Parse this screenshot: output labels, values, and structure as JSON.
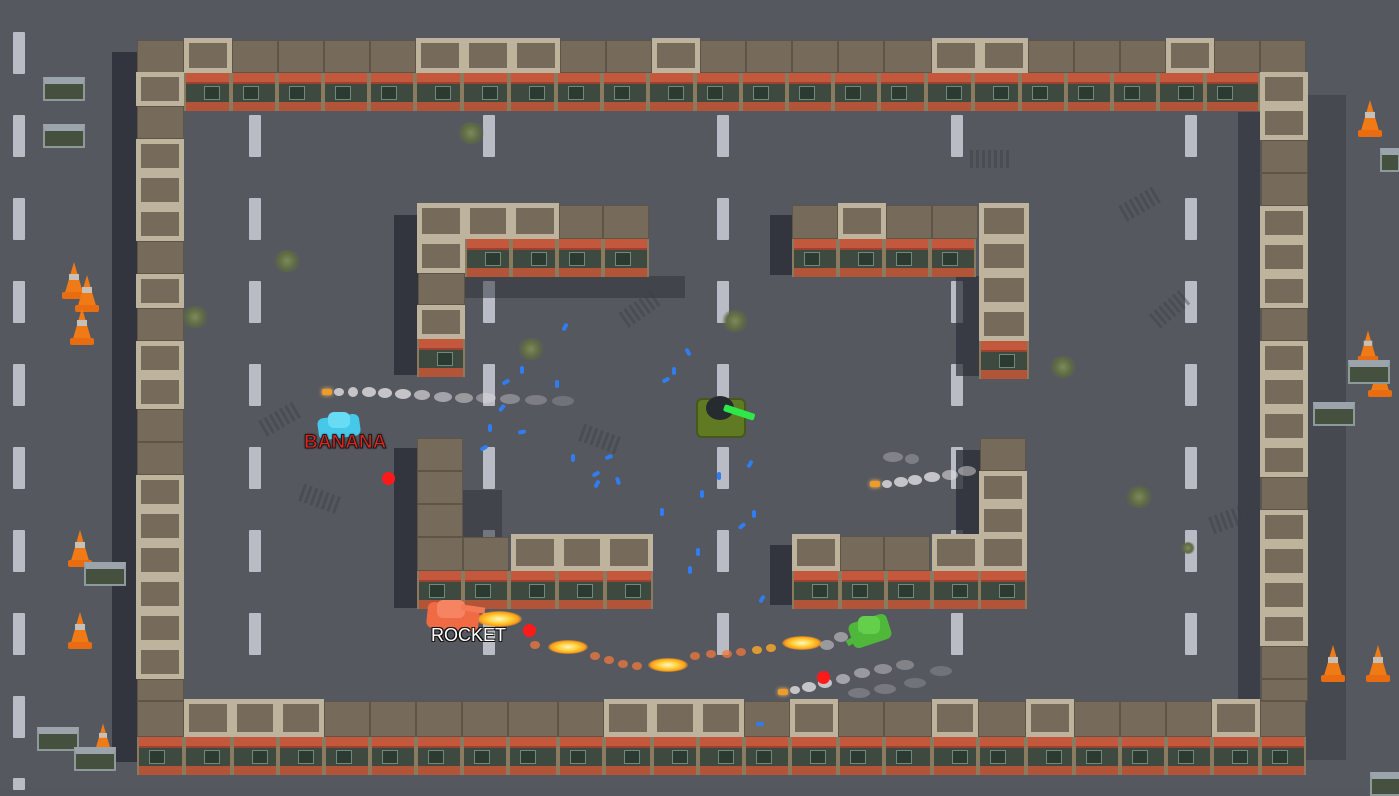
{
  "game": {
    "view": "top-down tank arena",
    "players": [
      {
        "name": "BANANA",
        "tank_color": "#46c8e8",
        "label_color": "#e8231c",
        "label_outline": "#1a1a1a"
      },
      {
        "name": "ROCKET",
        "tank_color": "#f06a44",
        "label_color": "#ffffff",
        "label_outline": "#111111"
      }
    ],
    "enemies": [
      {
        "type": "turret-tank",
        "body_color": "#5f7a23",
        "barrel_color": "#2ee84a"
      },
      {
        "type": "green-tank",
        "body_color": "#4fb83a"
      }
    ],
    "colors": {
      "ground": "#56585f",
      "lane_marking": "#b9bcc4",
      "building_roof": "#776b5c",
      "building_trim": "#bdb29c",
      "awning": "#c4583d",
      "cone": "#f07a16",
      "bullet_trail": "#ffd23a",
      "shard": "#2f7df0",
      "target_marker": "#ff1a1a"
    }
  }
}
